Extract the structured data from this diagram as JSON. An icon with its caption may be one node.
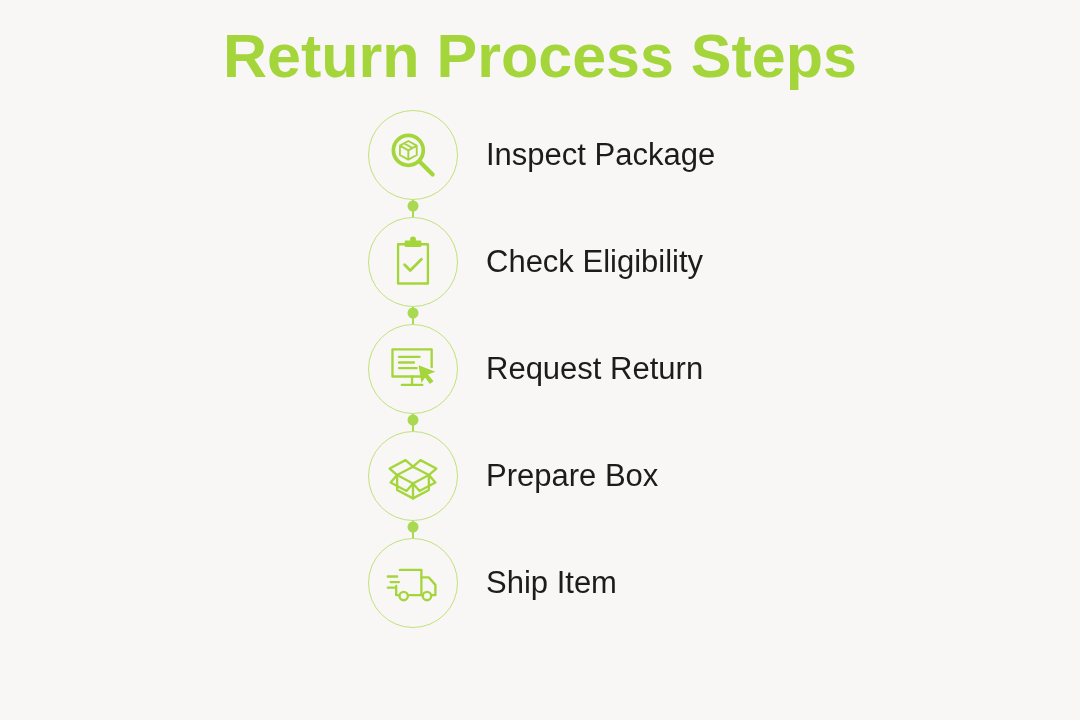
{
  "diagram": {
    "title": "Return Process Steps",
    "nodes": [
      {
        "text": [
          "Inspect Package"
        ]
      },
      {
        "text": [
          "Check Eligibility"
        ]
      },
      {
        "text": [
          "Request Return"
        ]
      },
      {
        "text": [
          "Prepare Box"
        ]
      },
      {
        "text": [
          "Ship Item"
        ]
      }
    ],
    "edges": [
      {
        "from": 0,
        "to": 1,
        "arrow": "other"
      },
      {
        "from": 1,
        "to": 2,
        "arrow": "other"
      },
      {
        "from": 2,
        "to": 3,
        "arrow": "other"
      },
      {
        "from": 3,
        "to": 4,
        "arrow": "other"
      }
    ]
  }
}
